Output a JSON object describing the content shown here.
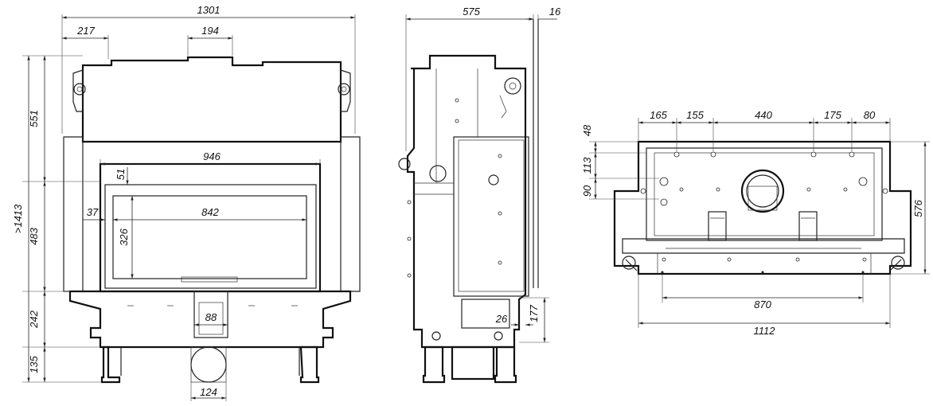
{
  "front_view": {
    "overall_width": "1301",
    "left_offset": "217",
    "flue_width": "194",
    "glass_width": "946",
    "glass_top_offset": "51",
    "viewing_width": "842",
    "frame_offset": "37",
    "viewing_height": "326",
    "upper_height": "551",
    "door_height": "483",
    "base_height": "242",
    "leg_height": "135",
    "total_height": ">1413",
    "air_inlet_width": "88",
    "bottom_duct_width": "124"
  },
  "side_view": {
    "depth": "575",
    "frame_depth": "16",
    "inlet_offset": "26",
    "inlet_height": "177"
  },
  "top_view": {
    "spacing_1": "165",
    "spacing_2": "155",
    "spacing_3": "440",
    "spacing_4": "175",
    "spacing_5": "80",
    "depth_1": "48",
    "depth_2": "113",
    "depth_3": "90",
    "overall_depth": "576",
    "inner_width": "870",
    "overall_width": "1112"
  }
}
